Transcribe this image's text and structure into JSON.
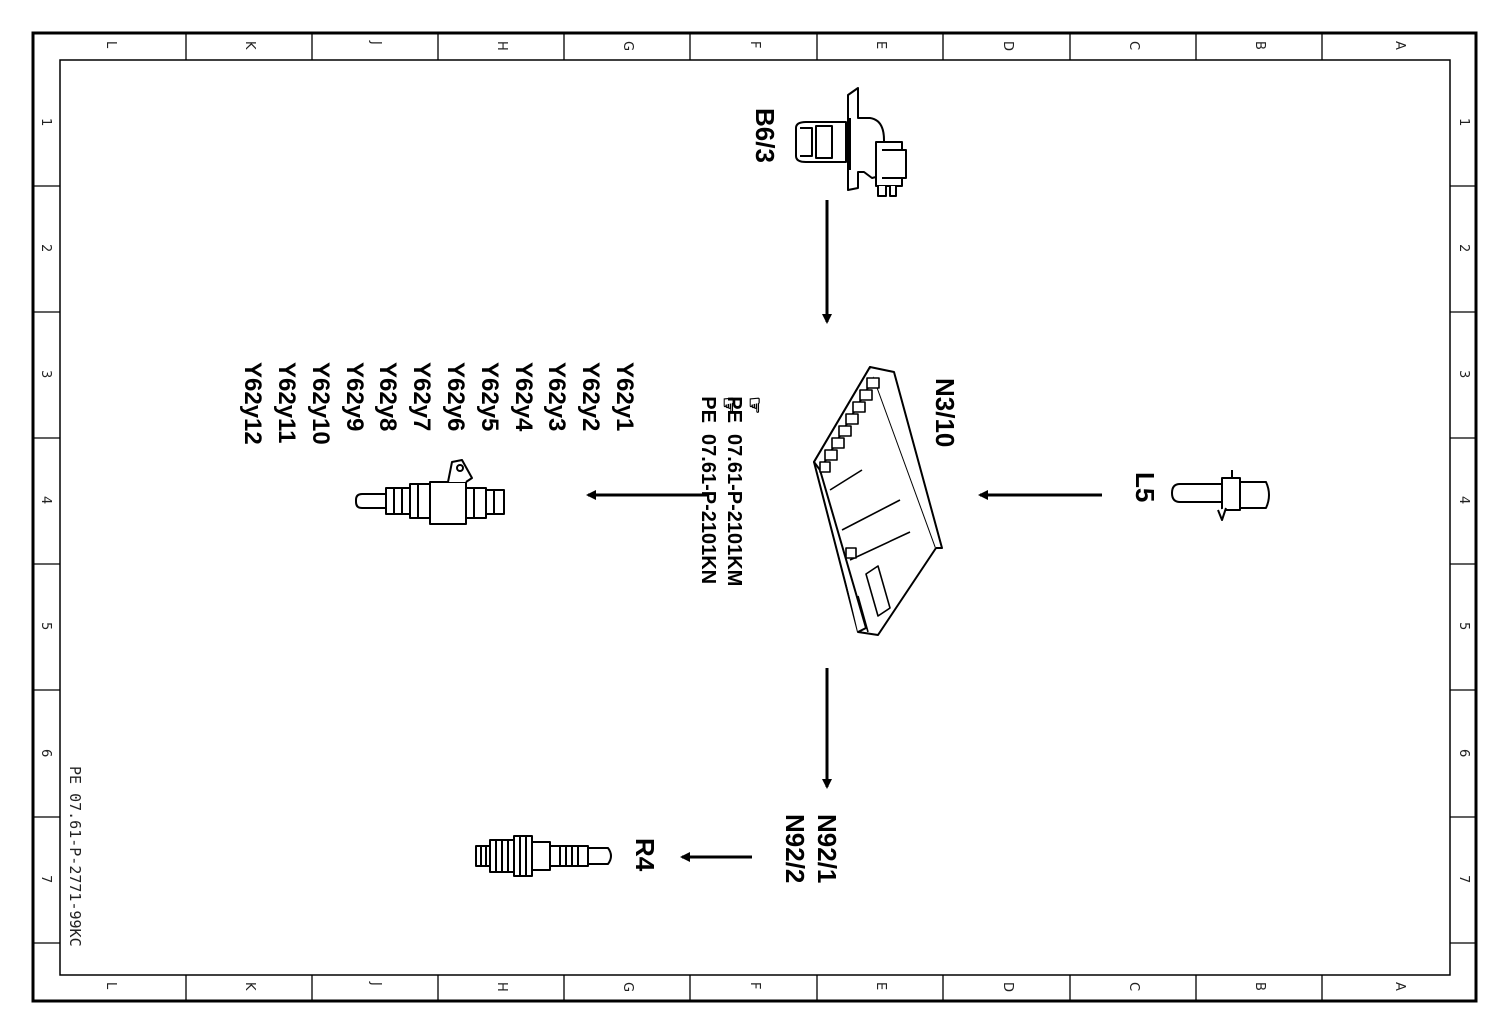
{
  "frame": {
    "column_letters": [
      "L",
      "K",
      "J",
      "H",
      "G",
      "F",
      "E",
      "D",
      "C",
      "B",
      "A"
    ],
    "row_numbers": [
      "1",
      "2",
      "3",
      "4",
      "5",
      "6",
      "7"
    ]
  },
  "doc_reference": "PE 07.61-P-2771-99KC",
  "components": {
    "b6_3": {
      "label": "B6/3",
      "icon": "camshaft-sensor-icon"
    },
    "n3_10": {
      "label": "N3/10",
      "icon": "control-unit-icon",
      "refs": [
        {
          "symbol": "☞",
          "text": "PE  07.61-P-2101KM"
        },
        {
          "symbol": "☞",
          "text": "PE  07.61-P-2101KN"
        }
      ]
    },
    "l5": {
      "label": "L5",
      "icon": "crankshaft-sensor-icon"
    },
    "y62": {
      "icon": "fuel-injector-icon",
      "labels": [
        "Y62y1",
        "Y62y2",
        "Y62y3",
        "Y62y4",
        "Y62y5",
        "Y62y6",
        "Y62y7",
        "Y62y8",
        "Y62y9",
        "Y62y10",
        "Y62y11",
        "Y62y12"
      ]
    },
    "n92": {
      "labels": [
        "N92/1",
        "N92/2"
      ]
    },
    "r4": {
      "label": "R4",
      "icon": "spark-plug-icon"
    }
  }
}
